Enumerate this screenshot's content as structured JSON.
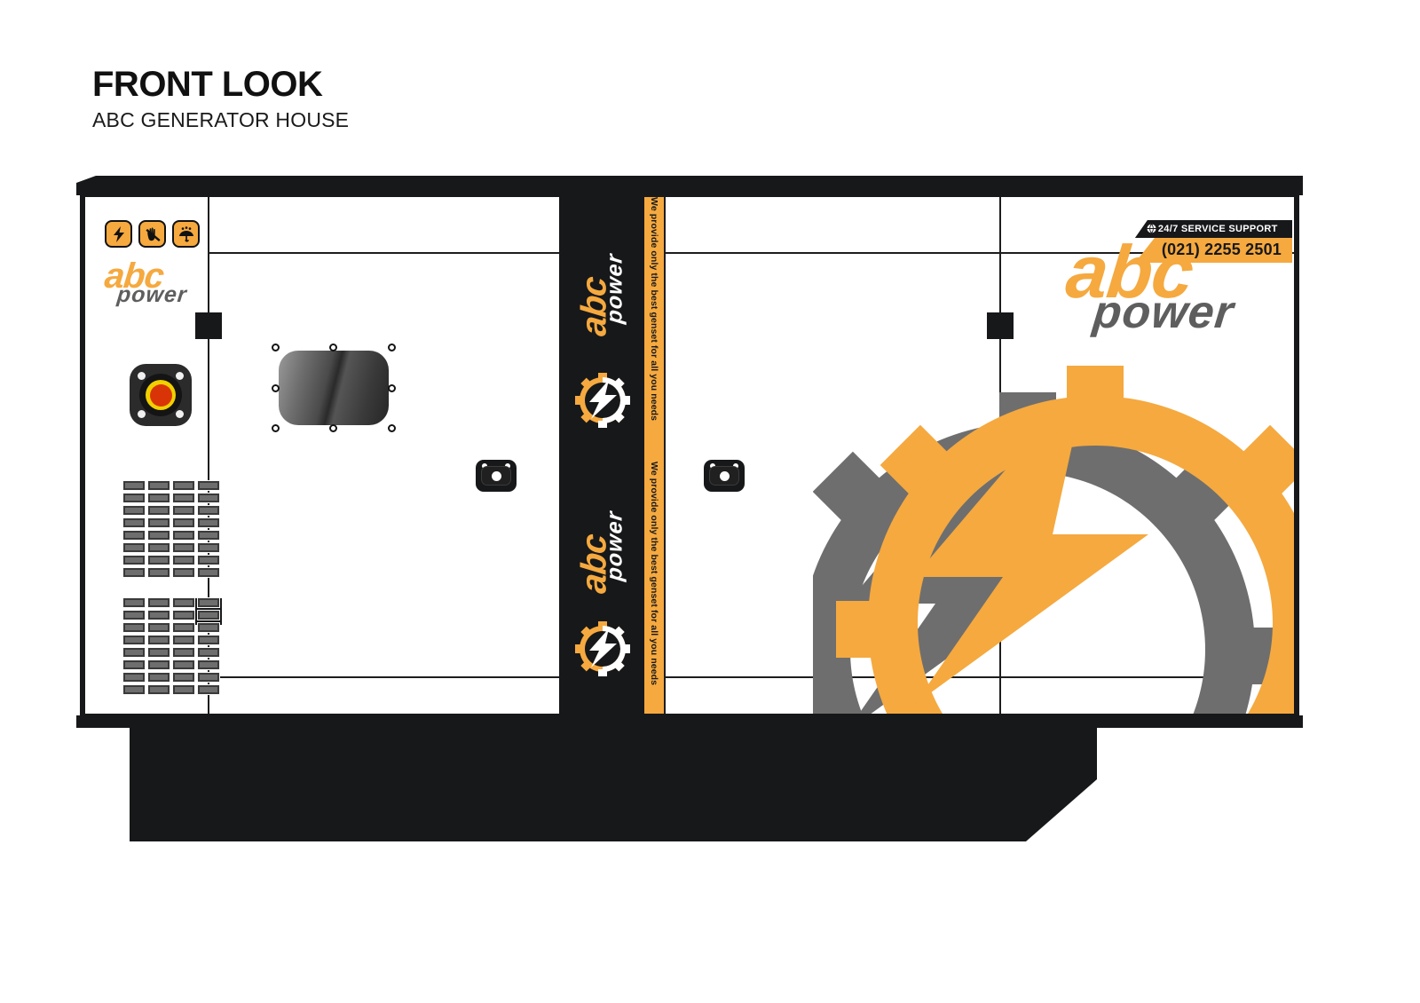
{
  "header": {
    "title": "FRONT LOOK",
    "subtitle": "ABC GENERATOR HOUSE"
  },
  "brand": {
    "name_top": "abc",
    "name_bottom": "power",
    "accent_color": "#f5a93f",
    "dark_color": "#17181a",
    "gray_color": "#5e5e5e"
  },
  "warning_icons": [
    {
      "name": "electrical-hazard-icon",
      "label": "Electrical hazard"
    },
    {
      "name": "do-not-touch-icon",
      "label": "Do not touch"
    },
    {
      "name": "protect-from-rain-icon",
      "label": "Protect from rain"
    }
  ],
  "service_badge": {
    "globe_icon": "globe-icon",
    "support_label": "24/7 SERVICE SUPPORT",
    "phone": "(021) 2255 2501"
  },
  "stripe": {
    "tagline": "We provide only the best genset for all you needs",
    "logo_top": "abc",
    "logo_bottom": "power",
    "emblem": "gear-bolt-icon"
  },
  "panel": {
    "emergency_stop": "emergency-stop-button",
    "window": "inspection-window",
    "vent_label": "louver-vent",
    "latch_label": "door-latch"
  },
  "watermark": {
    "emblem": "gear-bolt-watermark"
  }
}
